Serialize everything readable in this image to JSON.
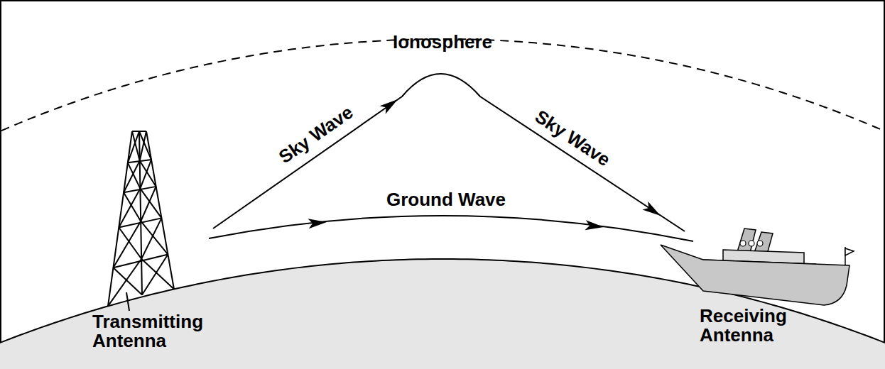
{
  "diagram": {
    "labels": [
      "Ionosphere",
      "Sky Wave",
      "Sky Wave",
      "Ground Wave",
      "Transmitting Antenna",
      "Receiving Antenna"
    ]
  }
}
